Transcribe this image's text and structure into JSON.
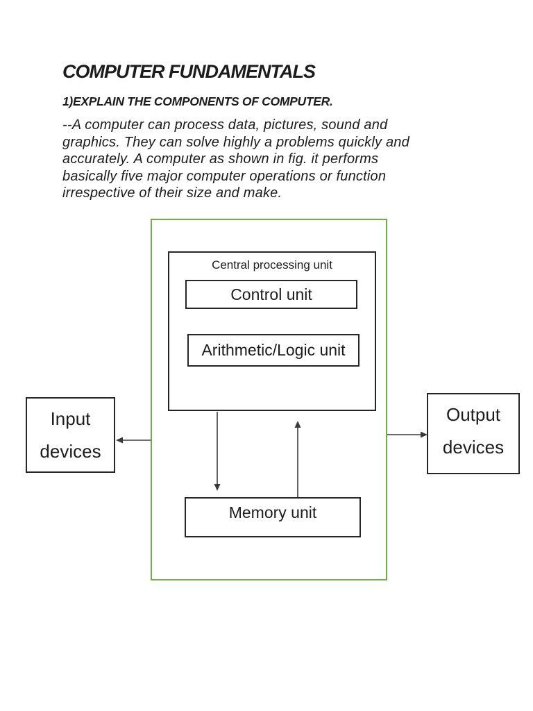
{
  "document": {
    "title": "COMPUTER FUNDAMENTALS",
    "question": "1)EXPLAIN THE COMPONENTS OF COMPUTER.",
    "paragraph": "--A computer can process data, pictures, sound and\ngraphics. They can solve highly a problems quickly and\naccurately. A computer as shown in fig. it performs\nbasically five major computer operations or function\nirrespective of their size and make."
  },
  "diagram": {
    "cpu_label": "Central processing unit",
    "control_unit_label": "Control unit",
    "alu_label": "Arithmetic/Logic unit",
    "memory_unit_label": "Memory unit",
    "input_devices_label": "Input\ndevices",
    "output_devices_label": "Output\ndevices",
    "colors": {
      "outer_border": "#70ad47",
      "box_border": "#262626",
      "arrow": "#3a3a3a",
      "text": "#1c1c1c"
    }
  }
}
